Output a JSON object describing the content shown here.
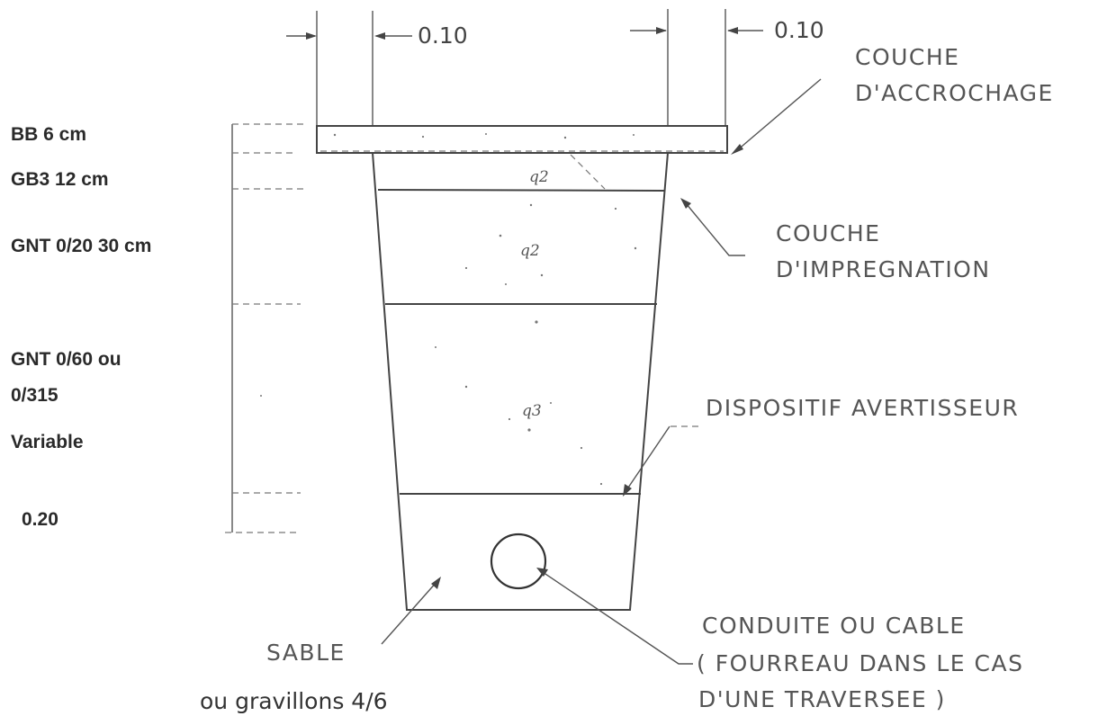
{
  "left_labels": {
    "bb": "BB 6 cm",
    "gb3": "GB3 12 cm",
    "gnt_0_20": "GNT 0/20 30 cm",
    "gnt_0_60_line1": "GNT 0/60 ou",
    "gnt_0_60_line2": "0/315",
    "variable": "Variable",
    "sand_thickness": "0.20"
  },
  "dimensions": {
    "left_offset": "0.10",
    "right_offset": "0.10"
  },
  "layer_marks": {
    "gb3": "q2",
    "gnt_0_20": "q2",
    "gnt_0_60": "q3"
  },
  "callouts": {
    "couche_accrochage_line1": "COUCHE",
    "couche_accrochage_line2": "D'ACCROCHAGE",
    "couche_impregnation_line1": "COUCHE",
    "couche_impregnation_line2": "D'IMPREGNATION",
    "dispositif_avertisseur": "DISPOSITIF AVERTISSEUR",
    "conduite_line1": "CONDUITE OU CABLE",
    "conduite_line2": "( FOURREAU DANS LE CAS",
    "conduite_line3": "D'UNE TRAVERSEE )",
    "sable": "SABLE",
    "gravillons": "ou gravillons 4/6"
  }
}
